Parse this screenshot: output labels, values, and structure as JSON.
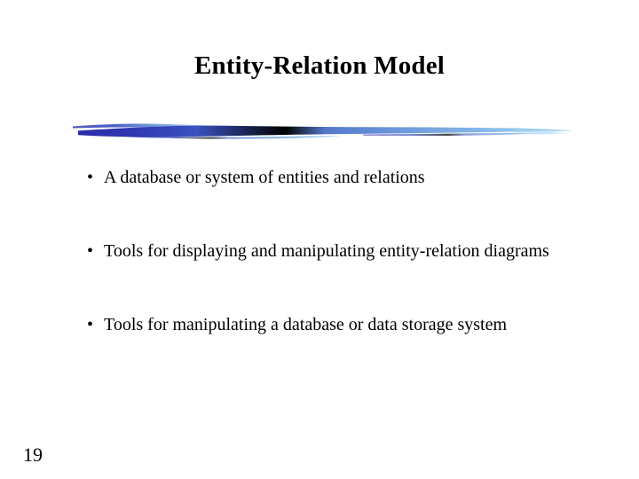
{
  "slide": {
    "title": "Entity-Relation Model",
    "page_number": "19",
    "background_color": "#ffffff",
    "text_color": "#000000",
    "bullet_glyph": "•",
    "divider": {
      "name": "brush-stroke-divider",
      "gradient_stops": [
        "#2B2BA8",
        "#3340B4",
        "#3A52C0",
        "#5F86D4",
        "#7FB0E4",
        "#8FC3EC",
        "#B9DCF4"
      ]
    },
    "bullets": [
      {
        "text": "A database or system of entities and relations"
      },
      {
        "text": "Tools for displaying and manipulating entity-relation diagrams"
      },
      {
        "text": "Tools for manipulating a database or data storage system"
      }
    ]
  }
}
